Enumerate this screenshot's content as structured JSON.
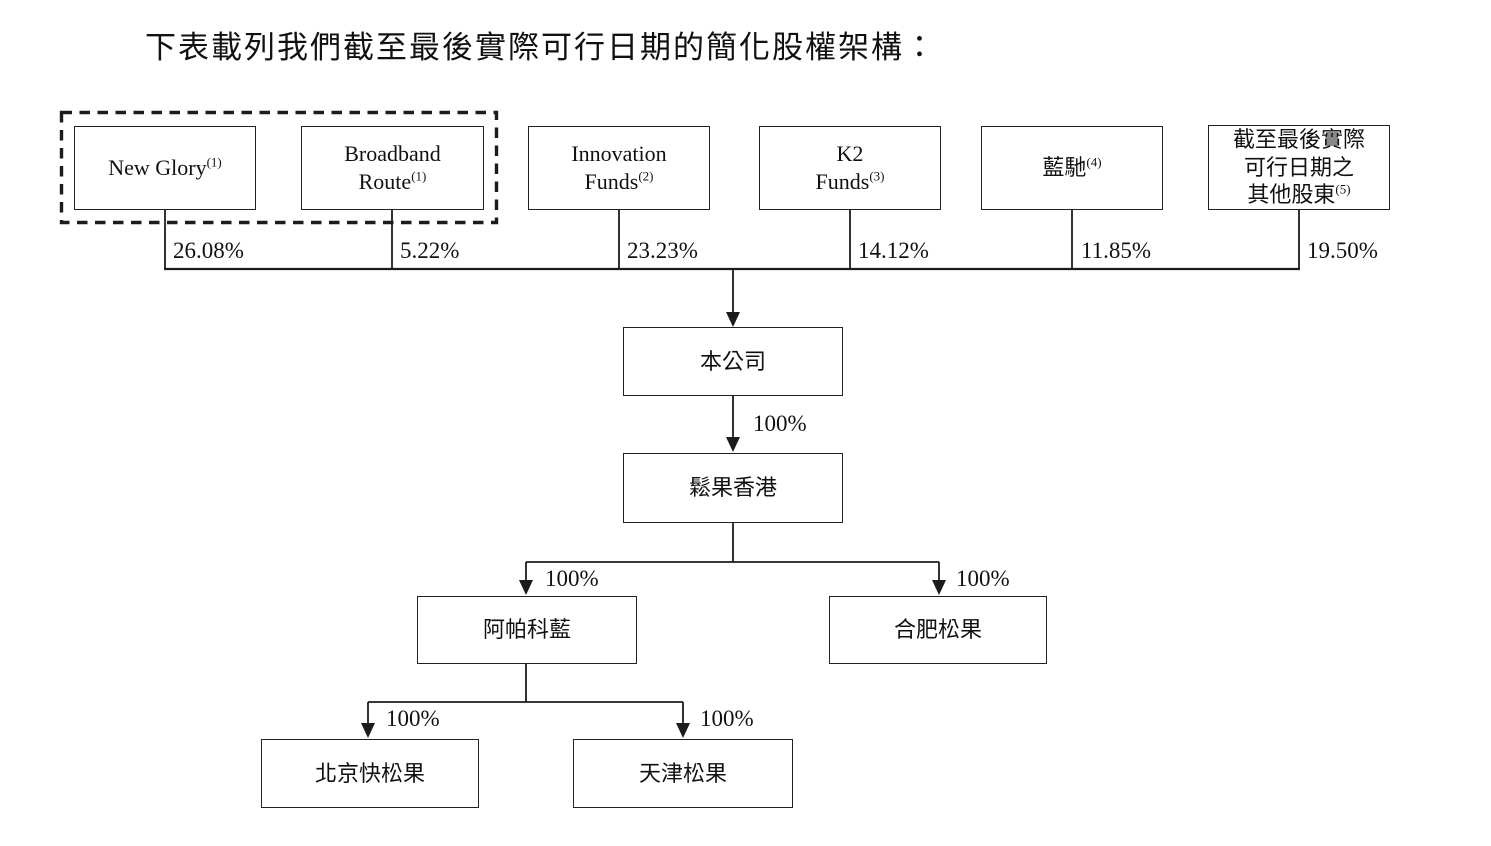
{
  "title": "下表載列我們截至最後實際可行日期的簡化股權架構：",
  "diagram": {
    "shareholders": [
      {
        "lines": [
          "New Glory"
        ],
        "footnote": "(1)",
        "ownership": "26.08%",
        "in_dashed_group": true
      },
      {
        "lines": [
          "Broadband",
          "Route"
        ],
        "footnote": "(1)",
        "ownership": "5.22%",
        "in_dashed_group": true
      },
      {
        "lines": [
          "Innovation",
          "Funds"
        ],
        "footnote": "(2)",
        "ownership": "23.23%",
        "in_dashed_group": false
      },
      {
        "lines": [
          "K2",
          "Funds"
        ],
        "footnote": "(3)",
        "ownership": "14.12%",
        "in_dashed_group": false
      },
      {
        "lines": [
          "藍馳"
        ],
        "footnote": "(4)",
        "ownership": "11.85%",
        "in_dashed_group": false
      },
      {
        "lines": [
          "截至最後實際",
          "可行日期之",
          "其他股東"
        ],
        "footnote": "(5)",
        "ownership": "19.50%",
        "in_dashed_group": false
      }
    ],
    "company": {
      "lines": [
        "本公司"
      ],
      "footnote": null
    },
    "subsidiaries": [
      {
        "lines": [
          "鬆果香港"
        ],
        "footnote": null,
        "parent": "本公司",
        "ownership": "100%"
      },
      {
        "lines": [
          "阿帕科藍"
        ],
        "footnote": null,
        "parent": "鬆果香港",
        "ownership": "100%"
      },
      {
        "lines": [
          "合肥松果"
        ],
        "footnote": null,
        "parent": "鬆果香港",
        "ownership": "100%"
      },
      {
        "lines": [
          "北京快松果"
        ],
        "footnote": null,
        "parent": "阿帕科藍",
        "ownership": "100%"
      },
      {
        "lines": [
          "天津松果"
        ],
        "footnote": null,
        "parent": "阿帕科藍",
        "ownership": "100%"
      }
    ],
    "colors": {
      "line": "#1c1c1c",
      "text": "#111111",
      "background": "#ffffff"
    }
  }
}
